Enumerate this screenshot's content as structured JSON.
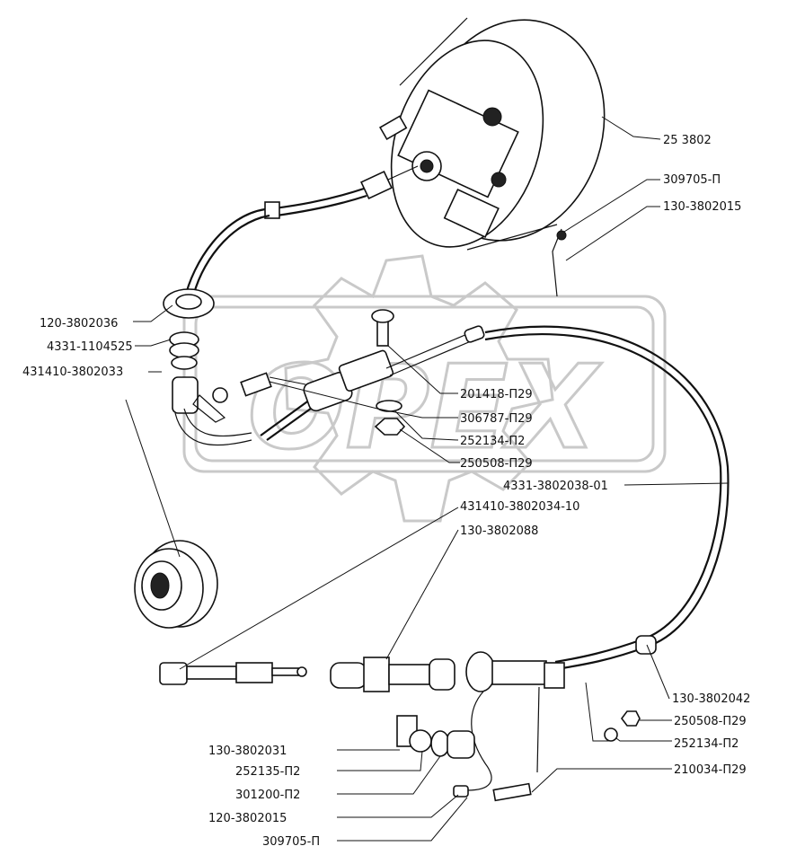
{
  "watermark": {
    "text": "OPEX"
  },
  "labels": {
    "l1": "25 3802",
    "l2": "309705-П",
    "l3": "130-3802015",
    "l4": "120-3802036",
    "l5": "4331-1104525",
    "l6": "431410-3802033",
    "l7": "201418-П29",
    "l8": "306787-П29",
    "l9": "252134-П2",
    "l10": "250508-П29",
    "l11": "4331-3802038-01",
    "l12": "431410-3802034-10",
    "l13": "130-3802088",
    "l14": "130-3802042",
    "l15": "250508-П29",
    "l16": "252134-П2",
    "l17": "210034-П29",
    "l18": "130-3802031",
    "l19": "252135-П2",
    "l20": "301200-П2",
    "l21": "120-3802015",
    "l22": "309705-П"
  }
}
